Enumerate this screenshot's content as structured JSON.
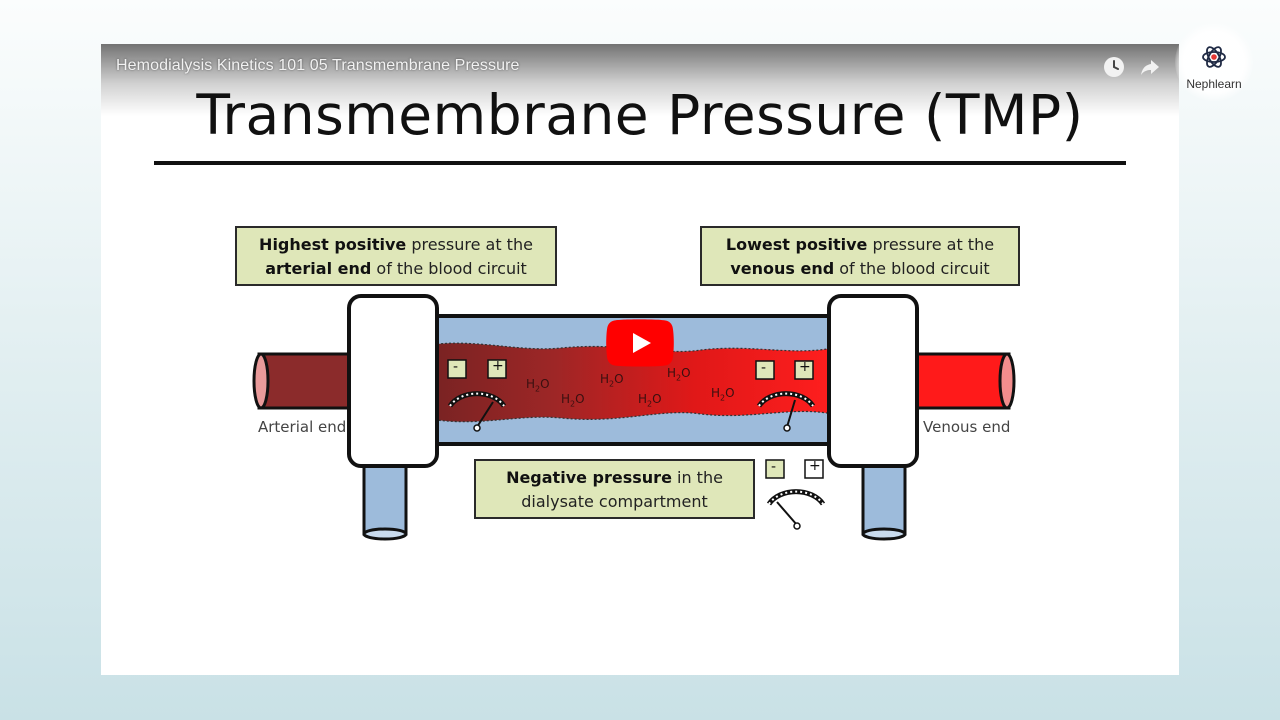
{
  "player": {
    "video_title": "Hemodialysis Kinetics 101 05 Transmembrane Pressure",
    "watch_later_icon": "clock-icon",
    "share_icon": "share-arrow-icon",
    "play_icon": "youtube-play-icon"
  },
  "slide": {
    "title": "Transmembrane Pressure (TMP)",
    "callout_arterial": {
      "bold1": "Highest positive",
      "text1": " pressure at the",
      "bold2": "arterial end",
      "text2": " of the blood circuit"
    },
    "callout_venous": {
      "bold1": "Lowest positive",
      "text1": " pressure at the",
      "bold2": "venous end",
      "text2": " of the blood circuit"
    },
    "callout_dialysate": {
      "bold1": "Negative pressure",
      "text1": " in the",
      "line2": "dialysate compartment"
    },
    "arterial_label": "Arterial end",
    "venous_label": "Venous end",
    "gauge_minus": "-",
    "gauge_plus": "+",
    "h2o_label": "H",
    "h2o_sub": "2",
    "h2o_tail": "O"
  },
  "branding": {
    "logo_text": "Nephlearn"
  },
  "colors": {
    "blood_dark": "#8b2b2b",
    "blood_bright": "#ff1a1a",
    "dialysate_blue": "#9dbbdb",
    "callout_green": "#dfe7b9"
  }
}
